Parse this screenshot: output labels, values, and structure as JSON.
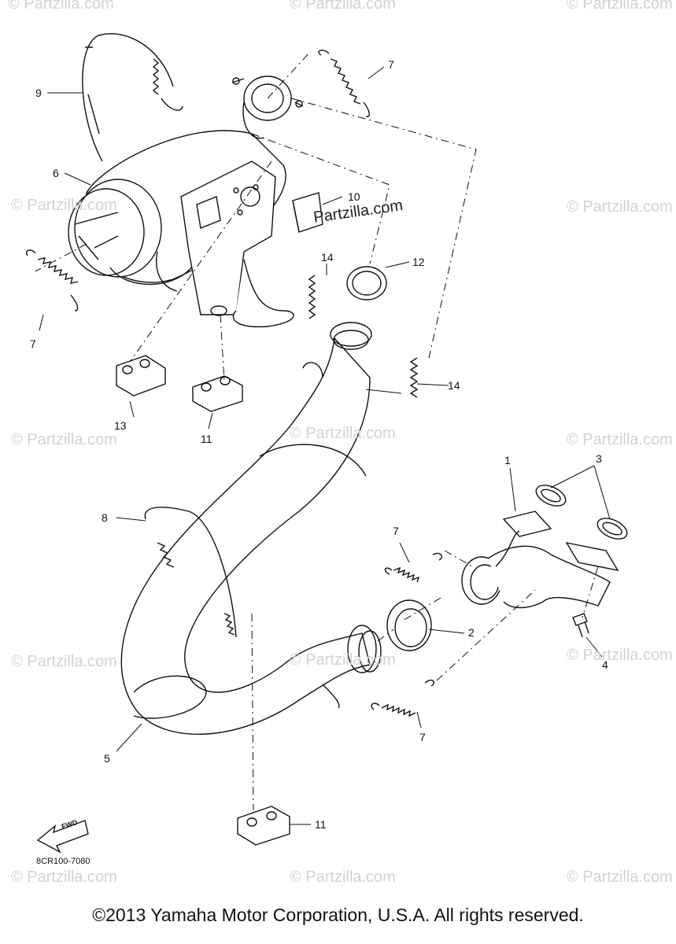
{
  "watermarks": {
    "text": "© Partzilla.com",
    "center_text": "Partzilla.com"
  },
  "callouts": [
    {
      "id": "9",
      "label": "9"
    },
    {
      "id": "7a",
      "label": "7"
    },
    {
      "id": "6",
      "label": "6"
    },
    {
      "id": "10",
      "label": "10"
    },
    {
      "id": "12",
      "label": "12"
    },
    {
      "id": "14a",
      "label": "14"
    },
    {
      "id": "7b",
      "label": "7"
    },
    {
      "id": "14b",
      "label": "14"
    },
    {
      "id": "13",
      "label": "13"
    },
    {
      "id": "11a",
      "label": "11"
    },
    {
      "id": "1",
      "label": "1"
    },
    {
      "id": "3",
      "label": "3"
    },
    {
      "id": "8",
      "label": "8"
    },
    {
      "id": "7c",
      "label": "7"
    },
    {
      "id": "2",
      "label": "2"
    },
    {
      "id": "4",
      "label": "4"
    },
    {
      "id": "5",
      "label": "5"
    },
    {
      "id": "7d",
      "label": "7"
    },
    {
      "id": "11b",
      "label": "11"
    }
  ],
  "fwd_label": "FWD",
  "diagram_code": "8CR100-7080",
  "copyright": "©2013 Yamaha Motor Corporation, U.S.A. All rights reserved."
}
